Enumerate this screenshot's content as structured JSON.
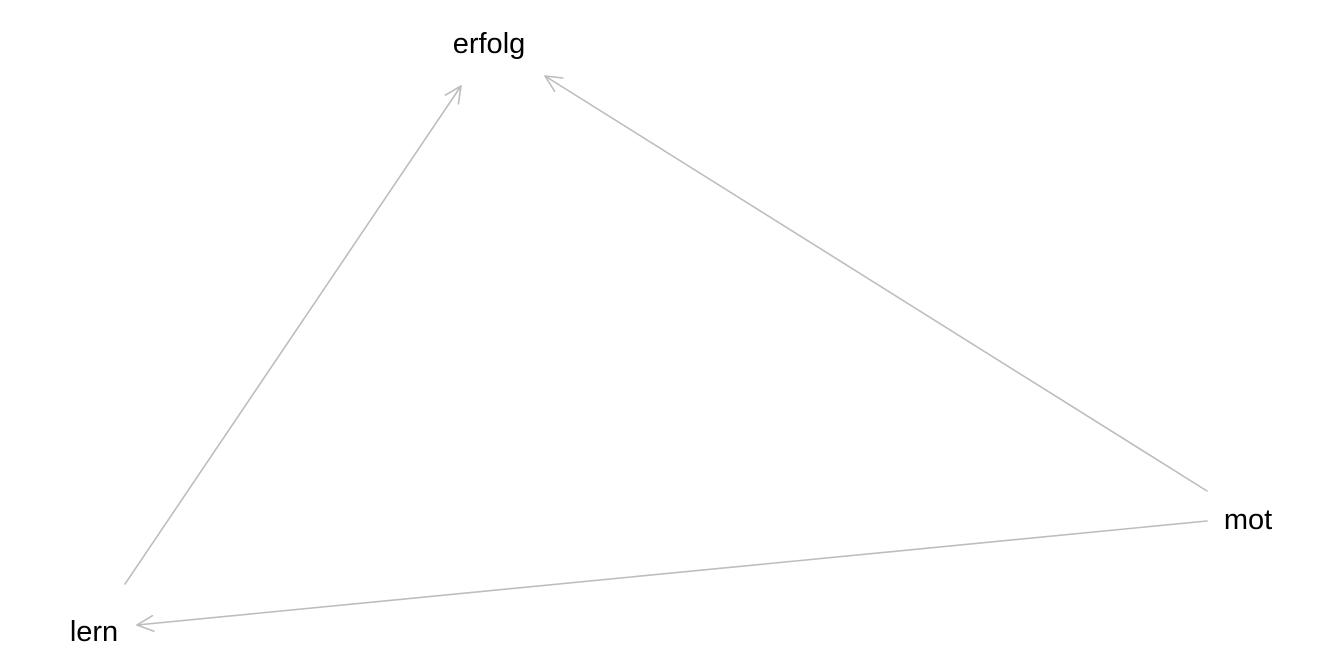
{
  "diagram": {
    "type": "directed-graph",
    "edge_color": "#bdbdbd",
    "label_color": "#000000",
    "nodes": [
      {
        "id": "erfolg",
        "label": "erfolg"
      },
      {
        "id": "lern",
        "label": "lern"
      },
      {
        "id": "mot",
        "label": "mot"
      }
    ],
    "edges": [
      {
        "from": "lern",
        "to": "erfolg"
      },
      {
        "from": "mot",
        "to": "erfolg"
      },
      {
        "from": "mot",
        "to": "lern"
      }
    ]
  }
}
